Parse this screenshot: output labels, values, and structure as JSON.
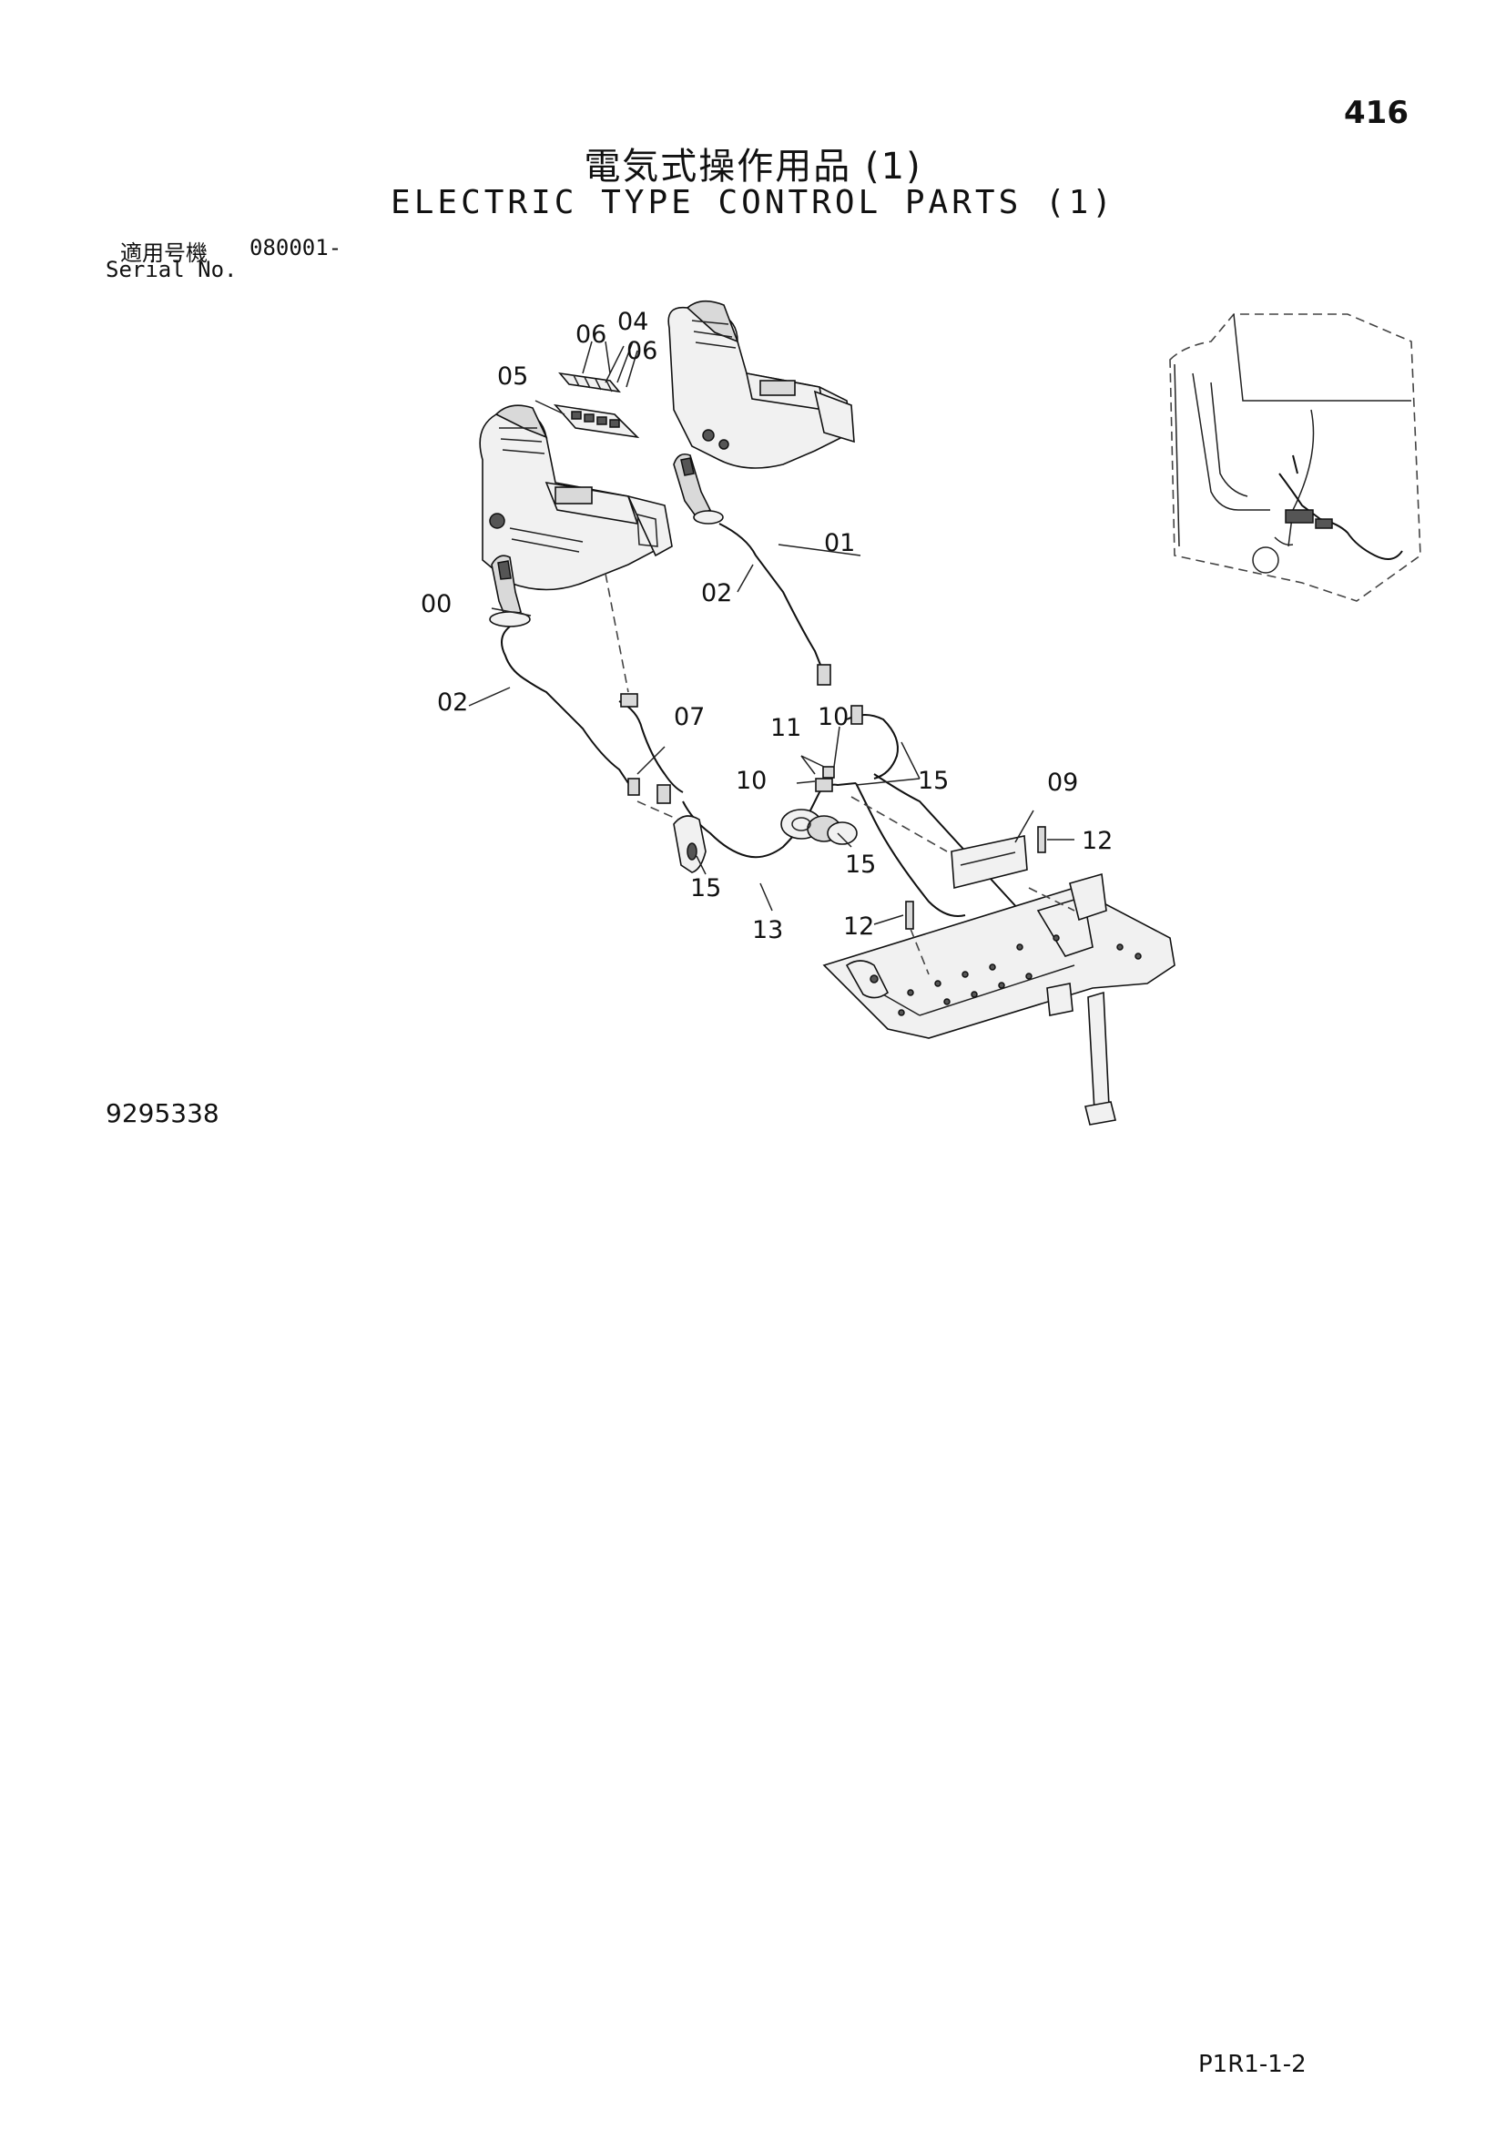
{
  "page": {
    "number": "416",
    "title_jp": "電気式操作用品 (1)",
    "title_en": "ELECTRIC TYPE CONTROL PARTS (1)",
    "serial_label_jp": "適用号機",
    "serial_value": "080001-",
    "serial_label_en": "Serial No.",
    "drawing_number": "9295338",
    "page_code": "P1R1-1-2"
  },
  "callouts": {
    "c00": "00",
    "c01": "01",
    "c02a": "02",
    "c02b": "02",
    "c04": "04",
    "c05": "05",
    "c06a": "06",
    "c06b": "06",
    "c07": "07",
    "c09": "09",
    "c10a": "10",
    "c10b": "10",
    "c11": "11",
    "c12a": "12",
    "c12b": "12",
    "c13": "13",
    "c15a": "15",
    "c15b": "15",
    "c15c": "15"
  }
}
